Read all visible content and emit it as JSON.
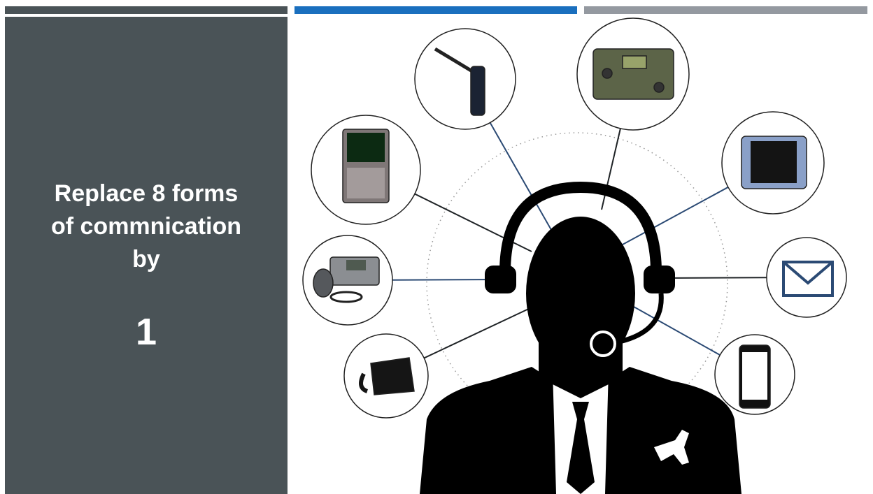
{
  "slide": {
    "headline_lines": [
      "Replace 8 forms",
      "of commnication",
      "by"
    ],
    "number": "1"
  },
  "colors": {
    "panel": "#4a5357",
    "bar_dark": "#4a5357",
    "bar_blue": "#1a6fbe",
    "bar_gray": "#9499a0",
    "connector_dark": "#1f2326",
    "connector_blue": "#2b4a74"
  },
  "devices": [
    {
      "name": "satellite-phone-icon"
    },
    {
      "name": "military-radio-icon"
    },
    {
      "name": "flight-management-keypad-icon"
    },
    {
      "name": "datalink-display-icon"
    },
    {
      "name": "vhf-radio-icon"
    },
    {
      "name": "email-envelope-icon"
    },
    {
      "name": "desk-telephone-icon"
    },
    {
      "name": "smartphone-icon"
    }
  ]
}
